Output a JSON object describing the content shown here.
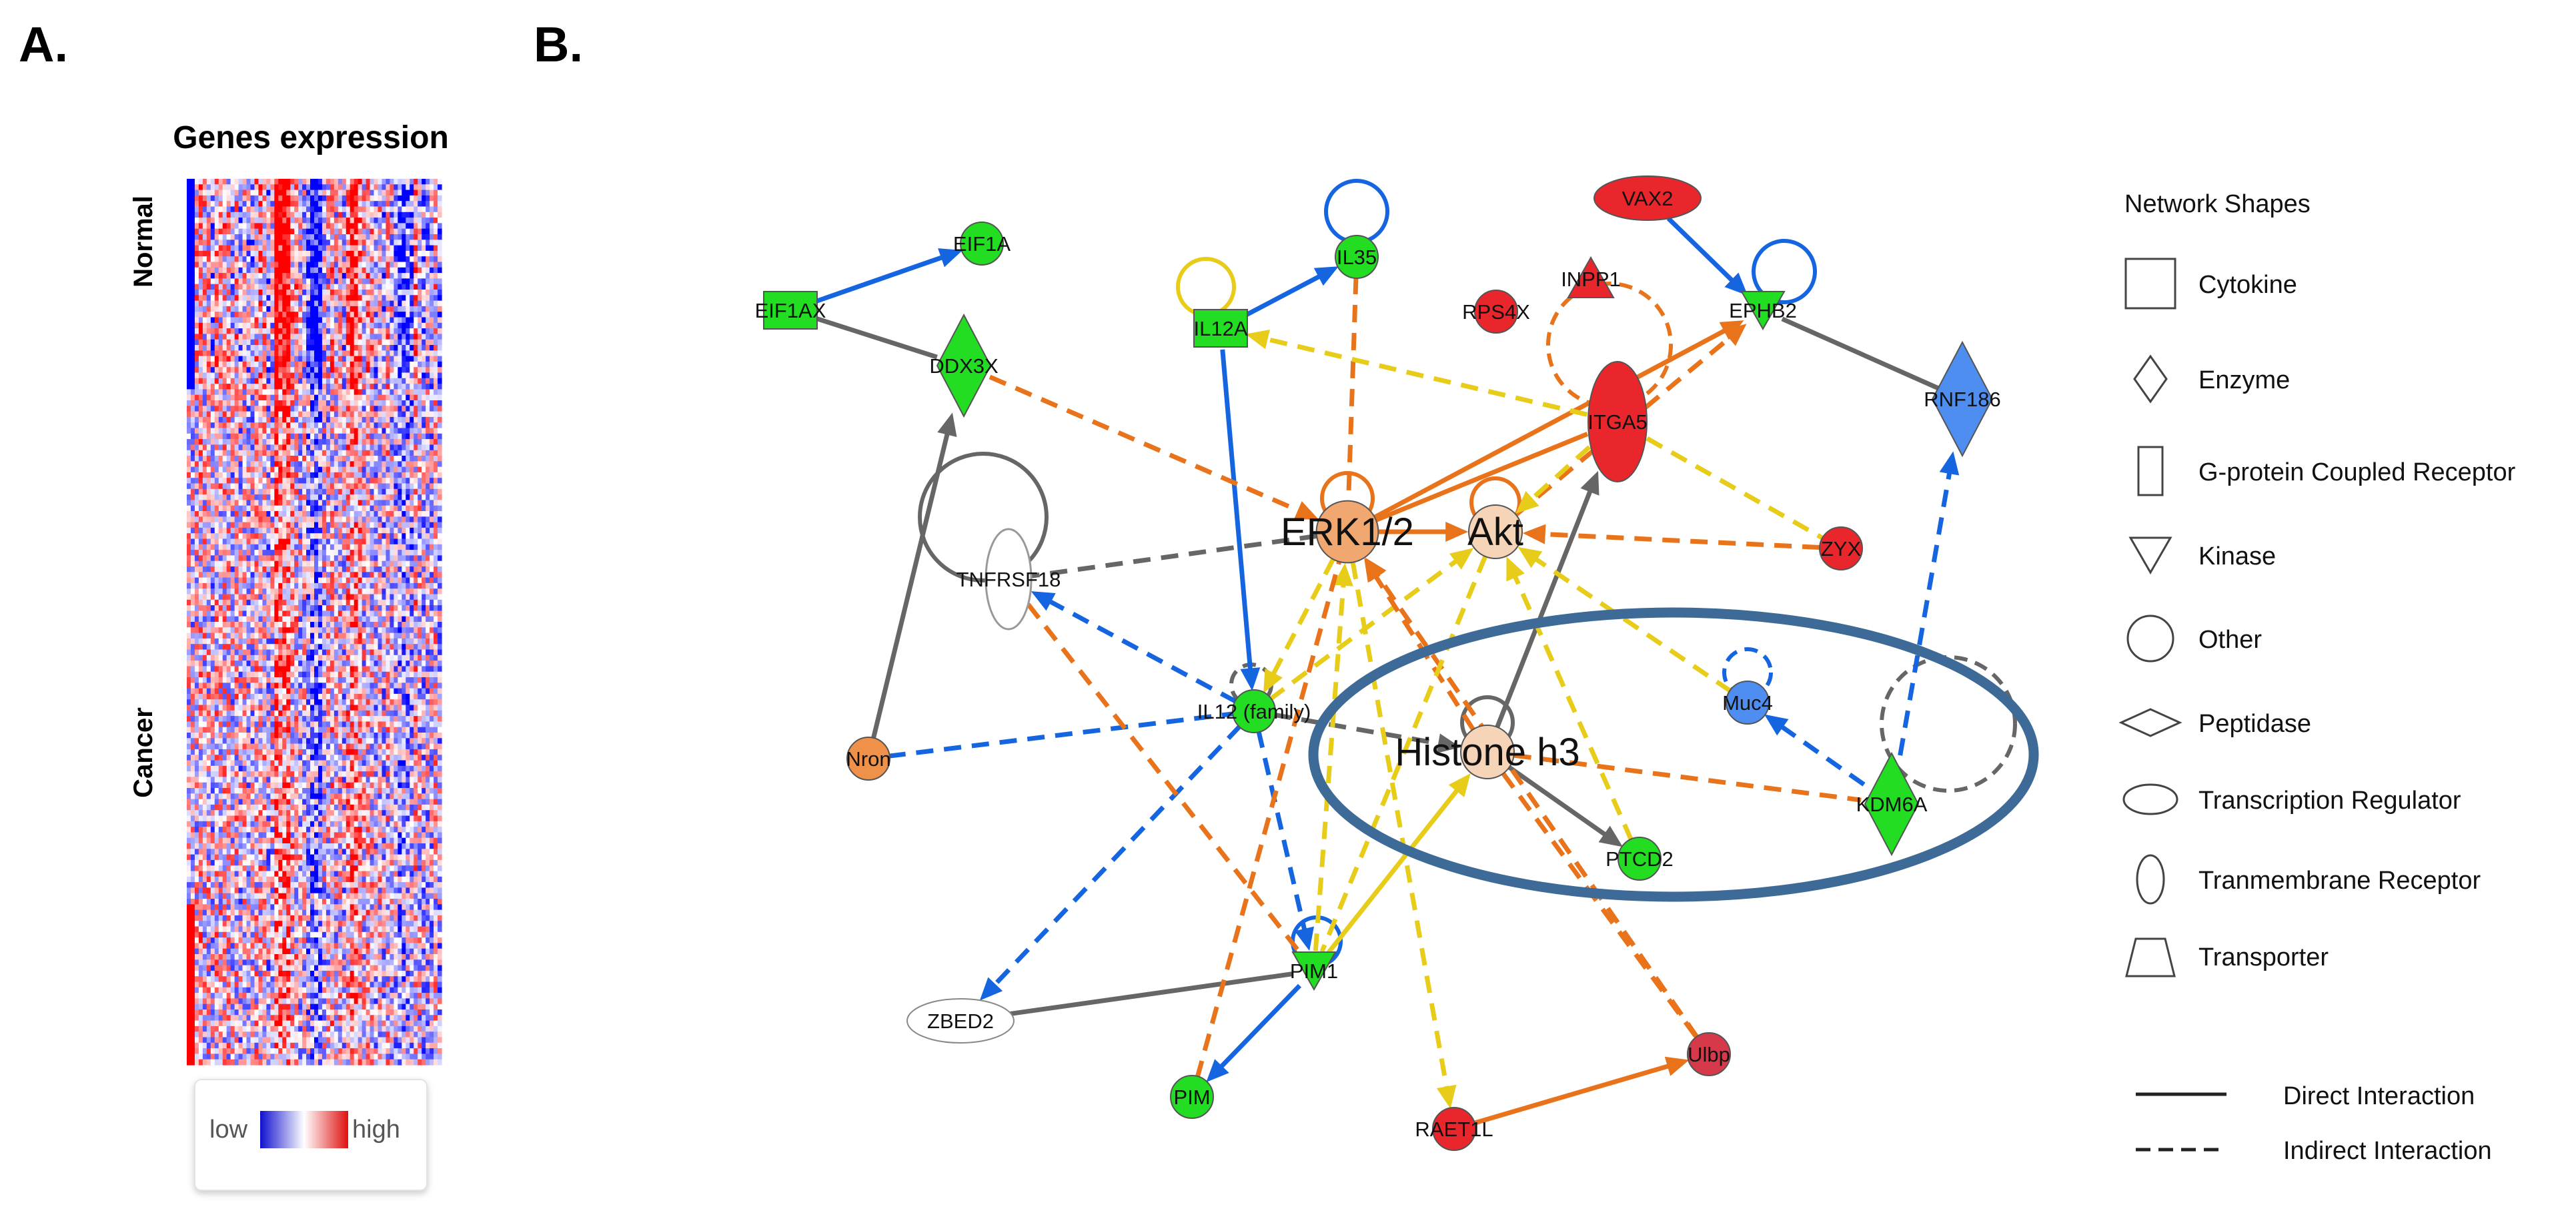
{
  "panelA": {
    "label": "A.",
    "title": "Genes expression",
    "group_normal": "Normal",
    "group_cancer": "Cancer",
    "color_low": "#1010d0",
    "color_high": "#e01010",
    "legend_low": "low",
    "legend_high": "high"
  },
  "panelB": {
    "label": "B.",
    "nodes": [
      {
        "id": "EIF1AX",
        "label": "EIF1AX",
        "shape": "cytokine",
        "color": "#22dd22"
      },
      {
        "id": "EIF1A",
        "label": "EIF1A",
        "shape": "other",
        "color": "#22dd22"
      },
      {
        "id": "DDX3X",
        "label": "DDX3X",
        "shape": "enzyme",
        "color": "#22dd22"
      },
      {
        "id": "IL12A",
        "label": "IL12A",
        "shape": "cytokine",
        "color": "#22dd22"
      },
      {
        "id": "IL35",
        "label": "IL35",
        "shape": "other",
        "color": "#22dd22"
      },
      {
        "id": "RPS4X",
        "label": "RPS4X",
        "shape": "other",
        "color": "#e8262b"
      },
      {
        "id": "VAX2",
        "label": "VAX2",
        "shape": "transcription-regulator",
        "color": "#e8262b"
      },
      {
        "id": "INPP1",
        "label": "INPP1",
        "shape": "triangle-up",
        "color": "#e8262b"
      },
      {
        "id": "EPHB2",
        "label": "EPHB2",
        "shape": "kinase",
        "color": "#22dd22"
      },
      {
        "id": "RNF186",
        "label": "RNF186",
        "shape": "enzyme",
        "color": "#4d8ef0"
      },
      {
        "id": "ITGA5",
        "label": "ITGA5",
        "shape": "transmembrane-receptor",
        "color": "#e8262b"
      },
      {
        "id": "ERK12",
        "label": "ERK1/2",
        "shape": "other",
        "color": "#f0a870"
      },
      {
        "id": "Akt",
        "label": "Akt",
        "shape": "other",
        "color": "#f5d4b8"
      },
      {
        "id": "ZYX",
        "label": "ZYX",
        "shape": "other",
        "color": "#e8262b"
      },
      {
        "id": "TNFRSF18",
        "label": "TNFRSF18",
        "shape": "transmembrane-receptor",
        "color": "#ffffff"
      },
      {
        "id": "Nron",
        "label": "Nron",
        "shape": "other",
        "color": "#f0914a"
      },
      {
        "id": "IL12fam",
        "label": "IL12 (family)",
        "shape": "other",
        "color": "#22dd22"
      },
      {
        "id": "Muc4",
        "label": "Muc4",
        "shape": "other",
        "color": "#4d8ef0"
      },
      {
        "id": "Histone",
        "label": "Histone h3",
        "shape": "other",
        "color": "#f5d4b8"
      },
      {
        "id": "KDM6A",
        "label": "KDM6A",
        "shape": "enzyme",
        "color": "#22dd22"
      },
      {
        "id": "PTCD2",
        "label": "PTCD2",
        "shape": "other",
        "color": "#22dd22"
      },
      {
        "id": "ZBED2",
        "label": "ZBED2",
        "shape": "transcription-regulator",
        "color": "#ffffff"
      },
      {
        "id": "PIM1",
        "label": "PIM1",
        "shape": "kinase",
        "color": "#22dd22"
      },
      {
        "id": "PIM",
        "label": "PIM",
        "shape": "other",
        "color": "#22dd22"
      },
      {
        "id": "RAET1L",
        "label": "RAET1L",
        "shape": "other",
        "color": "#e8262b"
      },
      {
        "id": "Ulbp",
        "label": "Ulbp",
        "shape": "other",
        "color": "#d63a4a"
      }
    ],
    "edges": [
      {
        "from": "EIF1AX",
        "to": "EIF1A",
        "style": "solid",
        "color": "#1565e0",
        "arrow": true
      },
      {
        "from": "EIF1AX",
        "to": "DDX3X",
        "style": "solid",
        "color": "#666666",
        "arrow": false
      },
      {
        "from": "IL12A",
        "to": "IL35",
        "style": "solid",
        "color": "#1565e0",
        "arrow": true
      },
      {
        "from": "IL12A",
        "to": "IL12fam",
        "style": "solid",
        "color": "#1565e0",
        "arrow": true
      },
      {
        "from": "IL35",
        "to": "ERK12",
        "style": "dashed",
        "color": "#e8731a",
        "arrow": false
      },
      {
        "from": "DDX3X",
        "to": "ERK12",
        "style": "dashed",
        "color": "#e8731a",
        "arrow": true
      },
      {
        "from": "VAX2",
        "to": "EPHB2",
        "style": "solid",
        "color": "#1565e0",
        "arrow": true
      },
      {
        "from": "EPHB2",
        "to": "RNF186",
        "style": "solid",
        "color": "#666666",
        "arrow": false
      },
      {
        "from": "ERK12",
        "to": "EPHB2",
        "style": "solid",
        "color": "#e8731a",
        "arrow": true
      },
      {
        "from": "Akt",
        "to": "EPHB2",
        "style": "dashed",
        "color": "#e8731a",
        "arrow": true
      },
      {
        "from": "ITGA5",
        "to": "IL12A",
        "style": "dashed",
        "color": "#e8cc1a",
        "arrow": true
      },
      {
        "from": "ITGA5",
        "to": "ZYX",
        "style": "dashed",
        "color": "#e8cc1a",
        "arrow": false
      },
      {
        "from": "ITGA5",
        "to": "Akt",
        "style": "dashed",
        "color": "#e8cc1a",
        "arrow": true
      },
      {
        "from": "ITGA5",
        "to": "ERK12",
        "style": "solid",
        "color": "#e8731a",
        "arrow": false
      },
      {
        "from": "ERK12",
        "to": "Akt",
        "style": "solid",
        "color": "#e8731a",
        "arrow": true
      },
      {
        "from": "ERK12",
        "to": "TNFRSF18",
        "style": "dashed",
        "color": "#666666",
        "arrow": false
      },
      {
        "from": "ZYX",
        "to": "Akt",
        "style": "dashed",
        "color": "#e8731a",
        "arrow": true
      },
      {
        "from": "Nron",
        "to": "DDX3X",
        "style": "solid",
        "color": "#666666",
        "arrow": true
      },
      {
        "from": "Nron",
        "to": "IL12fam",
        "style": "dashed",
        "color": "#1565e0",
        "arrow": false
      },
      {
        "from": "IL12fam",
        "to": "TNFRSF18",
        "style": "dashed",
        "color": "#1565e0",
        "arrow": true
      },
      {
        "from": "IL12fam",
        "to": "ZBED2",
        "style": "dashed",
        "color": "#1565e0",
        "arrow": true
      },
      {
        "from": "IL12fam",
        "to": "PIM1",
        "style": "dashed",
        "color": "#1565e0",
        "arrow": true
      },
      {
        "from": "IL12fam",
        "to": "Histone",
        "style": "dashed",
        "color": "#666666",
        "arrow": true
      },
      {
        "from": "IL12fam",
        "to": "Akt",
        "style": "dashed",
        "color": "#e8cc1a",
        "arrow": true
      },
      {
        "from": "Histone",
        "to": "ITGA5",
        "style": "solid",
        "color": "#666666",
        "arrow": true
      },
      {
        "from": "Histone",
        "to": "PTCD2",
        "style": "solid",
        "color": "#666666",
        "arrow": true
      },
      {
        "from": "Histone",
        "to": "KDM6A",
        "style": "dashed",
        "color": "#e8731a",
        "arrow": false
      },
      {
        "from": "Histone",
        "to": "Ulbp",
        "style": "dashed",
        "color": "#e8731a",
        "arrow": false
      },
      {
        "from": "Histone",
        "to": "ERK12",
        "style": "dashed",
        "color": "#e8731a",
        "arrow": true
      },
      {
        "from": "KDM6A",
        "to": "Muc4",
        "style": "dashed",
        "color": "#1565e0",
        "arrow": true
      },
      {
        "from": "KDM6A",
        "to": "RNF186",
        "style": "dashed",
        "color": "#1565e0",
        "arrow": true
      },
      {
        "from": "Muc4",
        "to": "Akt",
        "style": "dashed",
        "color": "#e8cc1a",
        "arrow": true
      },
      {
        "from": "PTCD2",
        "to": "Akt",
        "style": "dashed",
        "color": "#e8cc1a",
        "arrow": true
      },
      {
        "from": "Ulbp",
        "to": "ERK12",
        "style": "dashed",
        "color": "#e8731a",
        "arrow": true
      },
      {
        "from": "PIM1",
        "to": "Histone",
        "style": "solid",
        "color": "#e8cc1a",
        "arrow": true
      },
      {
        "from": "PIM1",
        "to": "PIM",
        "style": "solid",
        "color": "#1565e0",
        "arrow": true
      },
      {
        "from": "PIM1",
        "to": "ERK12",
        "style": "dashed",
        "color": "#e8cc1a",
        "arrow": true
      },
      {
        "from": "ZBED2",
        "to": "PIM1",
        "style": "solid",
        "color": "#666666",
        "arrow": false
      },
      {
        "from": "PIM",
        "to": "ERK12",
        "style": "dashed",
        "color": "#e8731a",
        "arrow": false
      },
      {
        "from": "RAET1L",
        "to": "Ulbp",
        "style": "solid",
        "color": "#e8731a",
        "arrow": true
      },
      {
        "from": "ERK12",
        "to": "RAET1L",
        "style": "dashed",
        "color": "#e8cc1a",
        "arrow": true
      },
      {
        "from": "ERK12",
        "to": "IL12fam",
        "style": "dashed",
        "color": "#e8cc1a",
        "arrow": true
      },
      {
        "from": "Akt",
        "to": "PIM1",
        "style": "dashed",
        "color": "#e8cc1a",
        "arrow": false
      },
      {
        "from": "TNFRSF18",
        "to": "PIM1",
        "style": "dashed",
        "color": "#e8731a",
        "arrow": false
      }
    ],
    "self_loops": [
      {
        "node": "IL35",
        "style": "solid",
        "color": "#1565e0"
      },
      {
        "node": "IL12A",
        "style": "solid",
        "color": "#e8cc1a"
      },
      {
        "node": "EPHB2",
        "style": "solid",
        "color": "#1565e0"
      },
      {
        "node": "ITGA5",
        "style": "dashed",
        "color": "#e8731a"
      },
      {
        "node": "ERK12",
        "style": "solid",
        "color": "#e8731a"
      },
      {
        "node": "Akt",
        "style": "solid",
        "color": "#e8731a"
      },
      {
        "node": "TNFRSF18",
        "style": "solid",
        "color": "#666666"
      },
      {
        "node": "IL12fam",
        "style": "dashed",
        "color": "#666666"
      },
      {
        "node": "Histone",
        "style": "solid",
        "color": "#666666"
      },
      {
        "node": "Muc4",
        "style": "dashed",
        "color": "#1565e0"
      },
      {
        "node": "KDM6A",
        "style": "dashed",
        "color": "#666666"
      },
      {
        "node": "PIM1",
        "style": "solid",
        "color": "#1565e0"
      }
    ],
    "highlight_color": "#3d6a96",
    "legend": {
      "title": "Network Shapes",
      "items": [
        {
          "shape": "cytokine",
          "label": "Cytokine"
        },
        {
          "shape": "enzyme",
          "label": "Enzyme"
        },
        {
          "shape": "gpcr",
          "label": "G-protein Coupled Receptor"
        },
        {
          "shape": "kinase",
          "label": "Kinase"
        },
        {
          "shape": "other",
          "label": "Other"
        },
        {
          "shape": "peptidase",
          "label": "Peptidase"
        },
        {
          "shape": "transcription-regulator",
          "label": "Transcription Regulator"
        },
        {
          "shape": "transmembrane-receptor",
          "label": "Tranmembrane Receptor"
        },
        {
          "shape": "transporter",
          "label": "Transporter"
        }
      ],
      "direct_label": "Direct Interaction",
      "indirect_label": "Indirect Interaction"
    }
  }
}
